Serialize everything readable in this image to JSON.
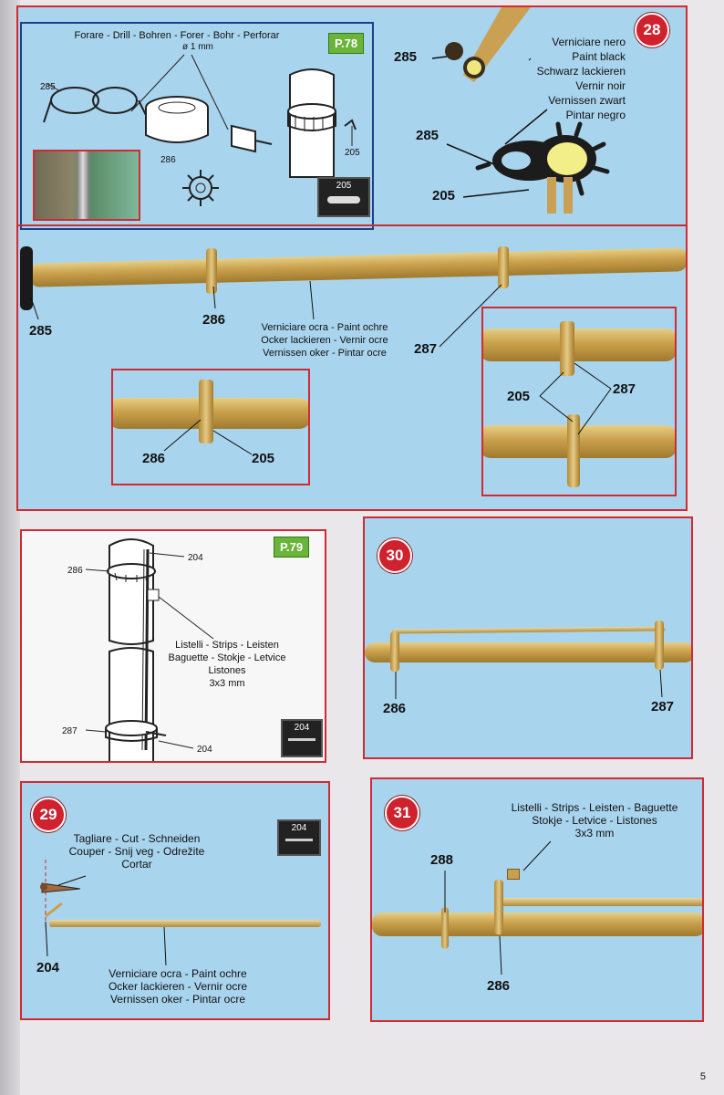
{
  "page_number": "5",
  "step28": {
    "number": "28",
    "detail_ref": "P.78",
    "drill_text": "Forare - Drill - Bohren - Forer - Bohr - Perforar",
    "drill_size": "ø 1 mm",
    "parts": {
      "p285": "285",
      "p286": "286",
      "p287": "287",
      "p205": "205"
    },
    "part_box": "205",
    "paint_black": [
      "Verniciare nero",
      "Paint black",
      "Schwarz lackieren",
      "Vernir noir",
      "Vernissen zwart",
      "Pintar negro"
    ],
    "paint_ochre": [
      "Verniciare ocra - Paint ochre",
      "Ocker lackieren - Vernir ocre",
      "Vernissen oker - Pintar ocre"
    ]
  },
  "step_p79": {
    "detail_ref": "P.79",
    "parts": {
      "p286": "286",
      "p204a": "204",
      "p287": "287",
      "p204b": "204"
    },
    "part_box": "204",
    "strips_text": [
      "Listelli - Strips - Leisten",
      "Baguette - Stokje - Letvice",
      "Listones",
      "3x3 mm"
    ]
  },
  "step30": {
    "number": "30",
    "parts": {
      "p286": "286",
      "p287": "287"
    }
  },
  "step29": {
    "number": "29",
    "part_box": "204",
    "cut_text": [
      "Tagliare - Cut - Schneiden",
      "Couper - Snij veg - Odrežite",
      "Cortar"
    ],
    "part": "204",
    "paint_ochre": [
      "Verniciare ocra - Paint ochre",
      "Ocker lackieren - Vernir ocre",
      "Vernissen oker - Pintar ocre"
    ]
  },
  "step31": {
    "number": "31",
    "strips_text": [
      "Listelli - Strips - Leisten - Baguette",
      "Stokje - Letvice - Listones",
      "3x3 mm"
    ],
    "parts": {
      "p288": "288",
      "p286": "286"
    }
  }
}
